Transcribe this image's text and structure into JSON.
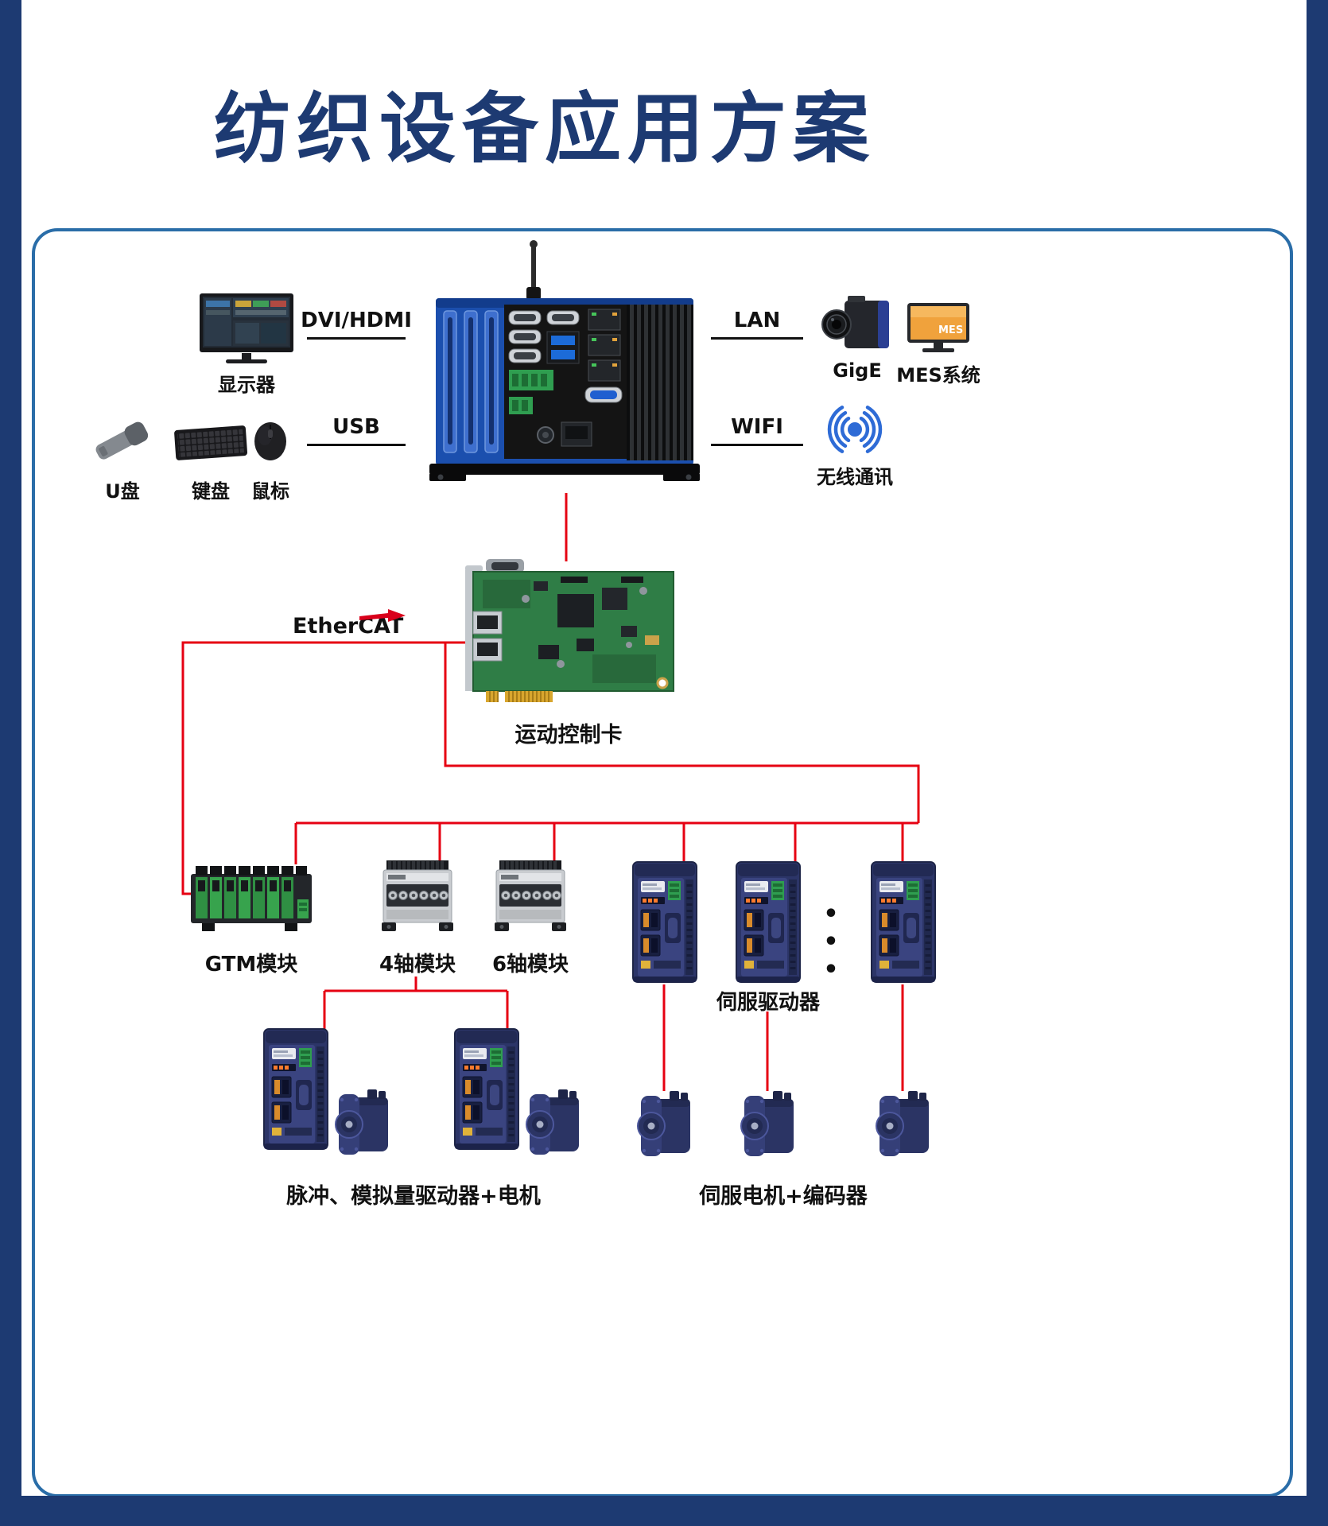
{
  "title": "纺织设备应用方案",
  "connections": {
    "dvi_hdmi": "DVI/HDMI",
    "usb": "USB",
    "lan": "LAN",
    "wifi": "WIFI",
    "ethercat": "EtherCAT"
  },
  "devices": {
    "monitor": "显示器",
    "usb_drive": "U盘",
    "keyboard": "键盘",
    "mouse": "鼠标",
    "camera": "GigE",
    "mes_system": "MES系统",
    "mes_screen": "MES",
    "wireless": "无线通讯",
    "motion_card": "运动控制卡",
    "gtm_module": "GTM模块",
    "axis4_module": "4轴模块",
    "axis6_module": "6轴模块",
    "servo_driver": "伺服驱动器",
    "ellipsis": "• • •",
    "pulse_analog": "脉冲、模拟量驱动器+电机",
    "servo_motor": "伺服电机+编码器"
  }
}
